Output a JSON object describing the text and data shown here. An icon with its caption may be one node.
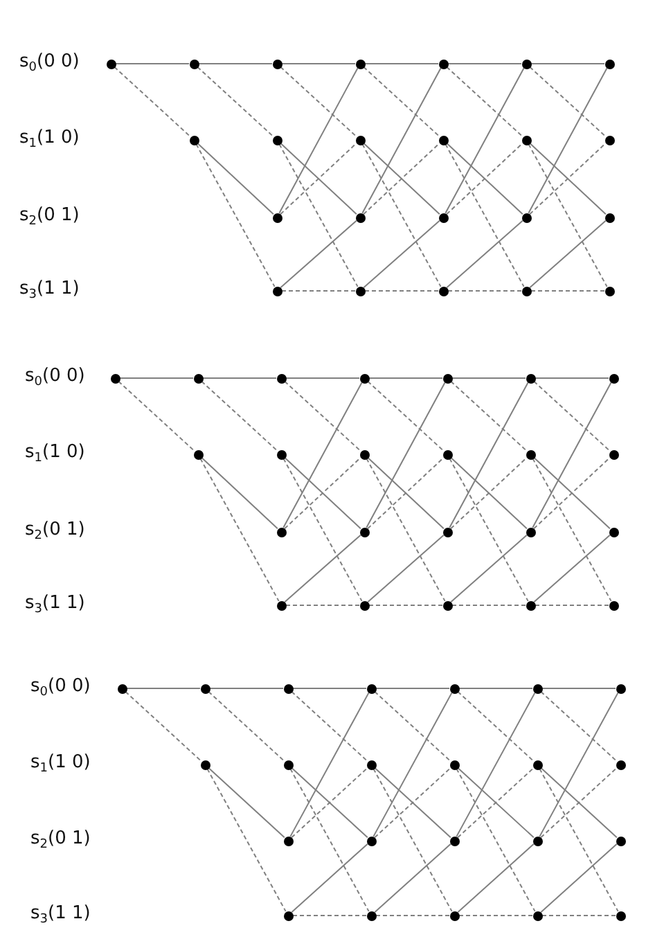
{
  "diagram": {
    "nodes": [
      {
        "text": [],
        "shape": "circle"
      },
      {
        "text": [],
        "shape": "circle"
      },
      {
        "text": [],
        "shape": "circle"
      },
      {
        "text": [],
        "shape": "circle"
      },
      {
        "text": [],
        "shape": "circle"
      },
      {
        "text": [],
        "shape": "circle"
      },
      {
        "text": [],
        "shape": "circle"
      },
      {
        "text": [],
        "shape": "circle"
      },
      {
        "text": [],
        "shape": "circle"
      },
      {
        "text": [],
        "shape": "circle"
      },
      {
        "text": [],
        "shape": "circle"
      },
      {
        "text": [],
        "shape": "circle"
      },
      {
        "text": [],
        "shape": "circle"
      },
      {
        "text": [],
        "shape": "circle"
      },
      {
        "text": [],
        "shape": "circle"
      },
      {
        "text": [],
        "shape": "circle"
      },
      {
        "text": [],
        "shape": "circle"
      },
      {
        "text": [],
        "shape": "circle"
      },
      {
        "text": [],
        "shape": "circle"
      },
      {
        "text": [],
        "shape": "circle"
      },
      {
        "text": [],
        "shape": "circle"
      },
      {
        "text": [],
        "shape": "circle"
      },
      {
        "text": [],
        "shape": "circle"
      },
      {
        "text": [],
        "shape": "circle"
      },
      {
        "text": [],
        "shape": "circle"
      },
      {
        "text": [],
        "shape": "circle"
      },
      {
        "text": [],
        "shape": "circle"
      },
      {
        "text": [],
        "shape": "circle"
      },
      {
        "text": [],
        "shape": "circle"
      },
      {
        "text": [],
        "shape": "circle"
      },
      {
        "text": [],
        "shape": "circle"
      },
      {
        "text": [],
        "shape": "circle"
      },
      {
        "text": [],
        "shape": "circle"
      },
      {
        "text": [],
        "shape": "circle"
      },
      {
        "text": [],
        "shape": "circle"
      },
      {
        "text": [],
        "shape": "circle"
      },
      {
        "text": [],
        "shape": "circle"
      },
      {
        "text": [],
        "shape": "circle"
      },
      {
        "text": [],
        "shape": "circle"
      },
      {
        "text": [],
        "shape": "circle"
      },
      {
        "text": [],
        "shape": "circle"
      },
      {
        "text": [],
        "shape": "circle"
      },
      {
        "text": [],
        "shape": "circle"
      },
      {
        "text": [],
        "shape": "circle"
      },
      {
        "text": [],
        "shape": "circle"
      },
      {
        "text": [],
        "shape": "circle"
      },
      {
        "text": [],
        "shape": "circle"
      },
      {
        "text": [],
        "shape": "circle"
      },
      {
        "text": [],
        "shape": "circle"
      },
      {
        "text": [],
        "shape": "circle"
      },
      {
        "text": [],
        "shape": "circle"
      },
      {
        "text": [],
        "shape": "circle"
      },
      {
        "text": [],
        "shape": "circle"
      },
      {
        "text": [],
        "shape": "circle"
      },
      {
        "text": [],
        "shape": "circle"
      },
      {
        "text": [],
        "shape": "circle"
      },
      {
        "text": [],
        "shape": "circle"
      },
      {
        "text": [],
        "shape": "circle"
      },
      {
        "text": [],
        "shape": "circle"
      },
      {
        "text": [],
        "shape": "circle"
      },
      {
        "text": [],
        "shape": "circle"
      },
      {
        "text": [],
        "shape": "circle"
      },
      {
        "text": [],
        "shape": "circle"
      },
      {
        "text": [],
        "shape": "circle"
      },
      {
        "text": [],
        "shape": "circle"
      },
      {
        "text": [],
        "shape": "circle"
      },
      {
        "text": [],
        "shape": "circle"
      },
      {
        "text": [],
        "shape": "circle"
      },
      {
        "text": [],
        "shape": "circle"
      }
    ],
    "edges": [
      {
        "from": 0,
        "to": 1,
        "arrow": "none"
      },
      {
        "from": 0,
        "to": 2,
        "arrow": "none",
        "style": "dashed"
      },
      {
        "from": 1,
        "to": 3,
        "arrow": "none"
      },
      {
        "from": 1,
        "to": 4,
        "arrow": "none",
        "style": "dashed"
      },
      {
        "from": 2,
        "to": 5,
        "arrow": "none"
      },
      {
        "from": 2,
        "to": 6,
        "arrow": "none",
        "style": "dashed"
      },
      {
        "from": 3,
        "to": 7,
        "arrow": "none"
      },
      {
        "from": 3,
        "to": 8,
        "arrow": "none",
        "style": "dashed"
      },
      {
        "from": 4,
        "to": 9,
        "arrow": "none"
      },
      {
        "from": 4,
        "to": 10,
        "arrow": "none",
        "style": "dashed"
      },
      {
        "from": 5,
        "to": 7,
        "arrow": "none"
      },
      {
        "from": 5,
        "to": 8,
        "arrow": "none",
        "style": "dashed"
      },
      {
        "from": 6,
        "to": 9,
        "arrow": "none"
      },
      {
        "from": 6,
        "to": 10,
        "arrow": "none",
        "style": "dashed"
      },
      {
        "from": 7,
        "to": 11,
        "arrow": "none"
      },
      {
        "from": 7,
        "to": 12,
        "arrow": "none",
        "style": "dashed"
      },
      {
        "from": 8,
        "to": 13,
        "arrow": "none"
      },
      {
        "from": 8,
        "to": 14,
        "arrow": "none",
        "style": "dashed"
      },
      {
        "from": 9,
        "to": 11,
        "arrow": "none"
      },
      {
        "from": 9,
        "to": 12,
        "arrow": "none",
        "style": "dashed"
      },
      {
        "from": 10,
        "to": 13,
        "arrow": "none"
      },
      {
        "from": 10,
        "to": 14,
        "arrow": "none",
        "style": "dashed"
      },
      {
        "from": 11,
        "to": 15,
        "arrow": "none"
      },
      {
        "from": 11,
        "to": 16,
        "arrow": "none",
        "style": "dashed"
      },
      {
        "from": 12,
        "to": 17,
        "arrow": "none"
      },
      {
        "from": 12,
        "to": 18,
        "arrow": "none",
        "style": "dashed"
      },
      {
        "from": 13,
        "to": 15,
        "arrow": "none"
      },
      {
        "from": 13,
        "to": 16,
        "arrow": "none",
        "style": "dashed"
      },
      {
        "from": 14,
        "to": 17,
        "arrow": "none"
      },
      {
        "from": 14,
        "to": 18,
        "arrow": "none",
        "style": "dashed"
      },
      {
        "from": 15,
        "to": 19,
        "arrow": "none"
      },
      {
        "from": 15,
        "to": 20,
        "arrow": "none",
        "style": "dashed"
      },
      {
        "from": 16,
        "to": 21,
        "arrow": "none"
      },
      {
        "from": 16,
        "to": 22,
        "arrow": "none",
        "style": "dashed"
      },
      {
        "from": 17,
        "to": 19,
        "arrow": "none"
      },
      {
        "from": 17,
        "to": 20,
        "arrow": "none",
        "style": "dashed"
      },
      {
        "from": 18,
        "to": 21,
        "arrow": "none"
      },
      {
        "from": 18,
        "to": 22,
        "arrow": "none",
        "style": "dashed"
      },
      {
        "from": 23,
        "to": 24,
        "arrow": "none"
      },
      {
        "from": 23,
        "to": 25,
        "arrow": "none",
        "style": "dashed"
      },
      {
        "from": 24,
        "to": 26,
        "arrow": "none"
      },
      {
        "from": 24,
        "to": 27,
        "arrow": "none",
        "style": "dashed"
      },
      {
        "from": 25,
        "to": 28,
        "arrow": "none"
      },
      {
        "from": 25,
        "to": 29,
        "arrow": "none",
        "style": "dashed"
      },
      {
        "from": 26,
        "to": 30,
        "arrow": "none"
      },
      {
        "from": 26,
        "to": 31,
        "arrow": "none",
        "style": "dashed"
      },
      {
        "from": 27,
        "to": 32,
        "arrow": "none"
      },
      {
        "from": 27,
        "to": 33,
        "arrow": "none",
        "style": "dashed"
      },
      {
        "from": 28,
        "to": 30,
        "arrow": "none"
      },
      {
        "from": 28,
        "to": 31,
        "arrow": "none",
        "style": "dashed"
      },
      {
        "from": 29,
        "to": 32,
        "arrow": "none"
      },
      {
        "from": 29,
        "to": 33,
        "arrow": "none",
        "style": "dashed"
      },
      {
        "from": 30,
        "to": 34,
        "arrow": "none"
      },
      {
        "from": 30,
        "to": 35,
        "arrow": "none",
        "style": "dashed"
      },
      {
        "from": 31,
        "to": 36,
        "arrow": "none"
      },
      {
        "from": 31,
        "to": 37,
        "arrow": "none",
        "style": "dashed"
      },
      {
        "from": 32,
        "to": 34,
        "arrow": "none"
      },
      {
        "from": 32,
        "to": 35,
        "arrow": "none",
        "style": "dashed"
      },
      {
        "from": 33,
        "to": 36,
        "arrow": "none"
      },
      {
        "from": 33,
        "to": 37,
        "arrow": "none",
        "style": "dashed"
      },
      {
        "from": 34,
        "to": 38,
        "arrow": "none"
      },
      {
        "from": 34,
        "to": 39,
        "arrow": "none",
        "style": "dashed"
      },
      {
        "from": 35,
        "to": 40,
        "arrow": "none"
      },
      {
        "from": 35,
        "to": 41,
        "arrow": "none",
        "style": "dashed"
      },
      {
        "from": 36,
        "to": 38,
        "arrow": "none"
      },
      {
        "from": 36,
        "to": 39,
        "arrow": "none",
        "style": "dashed"
      },
      {
        "from": 37,
        "to": 40,
        "arrow": "none"
      },
      {
        "from": 37,
        "to": 41,
        "arrow": "none",
        "style": "dashed"
      },
      {
        "from": 38,
        "to": 42,
        "arrow": "none"
      },
      {
        "from": 38,
        "to": 43,
        "arrow": "none",
        "style": "dashed"
      },
      {
        "from": 39,
        "to": 44,
        "arrow": "none"
      },
      {
        "from": 39,
        "to": 45,
        "arrow": "none",
        "style": "dashed"
      },
      {
        "from": 40,
        "to": 42,
        "arrow": "none"
      },
      {
        "from": 40,
        "to": 43,
        "arrow": "none",
        "style": "dashed"
      },
      {
        "from": 41,
        "to": 44,
        "arrow": "none"
      },
      {
        "from": 41,
        "to": 45,
        "arrow": "none",
        "style": "dashed"
      },
      {
        "from": 46,
        "to": 47,
        "arrow": "none"
      },
      {
        "from": 46,
        "to": 48,
        "arrow": "none",
        "style": "dashed"
      },
      {
        "from": 47,
        "to": 49,
        "arrow": "none"
      },
      {
        "from": 47,
        "to": 50,
        "arrow": "none",
        "style": "dashed"
      },
      {
        "from": 48,
        "to": 51,
        "arrow": "none"
      },
      {
        "from": 48,
        "to": 52,
        "arrow": "none",
        "style": "dashed"
      },
      {
        "from": 49,
        "to": 53,
        "arrow": "none"
      },
      {
        "from": 49,
        "to": 54,
        "arrow": "none",
        "style": "dashed"
      },
      {
        "from": 50,
        "to": 55,
        "arrow": "none"
      },
      {
        "from": 50,
        "to": 56,
        "arrow": "none",
        "style": "dashed"
      },
      {
        "from": 51,
        "to": 53,
        "arrow": "none"
      },
      {
        "from": 51,
        "to": 54,
        "arrow": "none",
        "style": "dashed"
      },
      {
        "from": 52,
        "to": 55,
        "arrow": "none"
      },
      {
        "from": 52,
        "to": 56,
        "arrow": "none",
        "style": "dashed"
      },
      {
        "from": 53,
        "to": 57,
        "arrow": "none"
      },
      {
        "from": 53,
        "to": 58,
        "arrow": "none",
        "style": "dashed"
      },
      {
        "from": 54,
        "to": 59,
        "arrow": "none"
      },
      {
        "from": 54,
        "to": 60,
        "arrow": "none",
        "style": "dashed"
      },
      {
        "from": 55,
        "to": 57,
        "arrow": "none"
      },
      {
        "from": 55,
        "to": 58,
        "arrow": "none",
        "style": "dashed"
      },
      {
        "from": 56,
        "to": 59,
        "arrow": "none"
      },
      {
        "from": 56,
        "to": 60,
        "arrow": "none",
        "style": "dashed"
      },
      {
        "from": 57,
        "to": 61,
        "arrow": "none"
      },
      {
        "from": 57,
        "to": 62,
        "arrow": "none",
        "style": "dashed"
      },
      {
        "from": 58,
        "to": 63,
        "arrow": "none"
      },
      {
        "from": 58,
        "to": 64,
        "arrow": "none",
        "style": "dashed"
      },
      {
        "from": 59,
        "to": 61,
        "arrow": "none"
      },
      {
        "from": 59,
        "to": 62,
        "arrow": "none",
        "style": "dashed"
      },
      {
        "from": 60,
        "to": 63,
        "arrow": "none"
      },
      {
        "from": 60,
        "to": 64,
        "arrow": "none",
        "style": "dashed"
      },
      {
        "from": 61,
        "to": 65,
        "arrow": "none"
      },
      {
        "from": 61,
        "to": 66,
        "arrow": "none",
        "style": "dashed"
      },
      {
        "from": 62,
        "to": 67,
        "arrow": "none"
      },
      {
        "from": 62,
        "to": 68,
        "arrow": "none",
        "style": "dashed"
      },
      {
        "from": 63,
        "to": 65,
        "arrow": "none"
      },
      {
        "from": 63,
        "to": 66,
        "arrow": "none",
        "style": "dashed"
      },
      {
        "from": 64,
        "to": 67,
        "arrow": "none"
      },
      {
        "from": 64,
        "to": 68,
        "arrow": "none",
        "style": "dashed"
      }
    ],
    "labels": [
      "s$_{0}$(0 0)",
      "s$_{1}$(1 0)",
      "s$_{2}$(0 1)",
      "s$_{3}$(1 1)",
      "s$_{0}$(0 0)",
      "s$_{1}$(1 0)",
      "s$_{2}$(0 1)",
      "s$_{3}$(1 1)",
      "s$_{0}$(0 0)",
      "s$_{1}$(1 0)",
      "s$_{2}$(0 1)",
      "s$_{3}$(1 1)"
    ]
  }
}
